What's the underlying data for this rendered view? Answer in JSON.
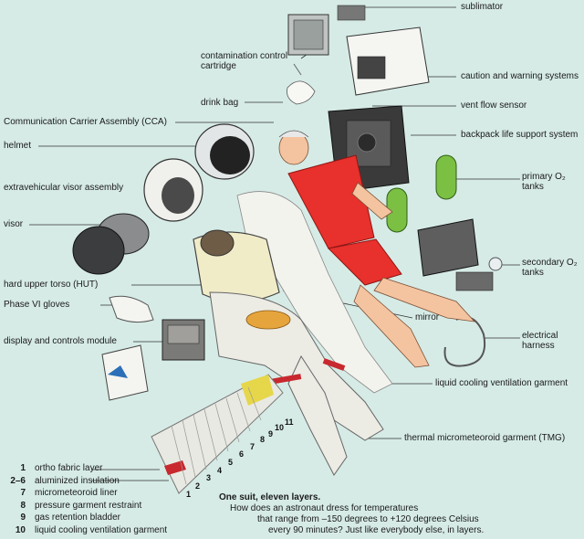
{
  "labels": {
    "sublimator": "sublimator",
    "contamination": "contamination control cartridge",
    "caution": "caution and warning systems",
    "drink_bag": "drink bag",
    "vent_flow": "vent flow sensor",
    "cca": "Communication Carrier Assembly (CCA)",
    "backpack": "backpack life support system",
    "helmet": "helmet",
    "primary_o2": "primary O₂ tanks",
    "ev_visor": "extravehicular visor assembly",
    "visor": "visor",
    "secondary_o2": "secondary O₂ tanks",
    "hut": "hard upper torso (HUT)",
    "gloves": "Phase VI gloves",
    "mirror": "mirror",
    "dcm": "display and controls module",
    "harness": "electrical harness",
    "lcvg": "liquid cooling ventilation garment",
    "tmg": "thermal micrometeoroid garment (TMG)"
  },
  "layer_numbers": [
    "1",
    "2",
    "3",
    "4",
    "5",
    "6",
    "7",
    "8",
    "9",
    "10",
    "11"
  ],
  "legend": [
    {
      "num": "1",
      "text": "ortho fabric layer"
    },
    {
      "num": "2–6",
      "text": "aluminized insulation"
    },
    {
      "num": "7",
      "text": "micrometeoroid liner"
    },
    {
      "num": "8",
      "text": "pressure garment restraint"
    },
    {
      "num": "9",
      "text": "gas retention bladder"
    },
    {
      "num": "10",
      "text": "liquid cooling ventilation garment"
    }
  ],
  "caption": {
    "title": "One suit, eleven layers.",
    "line1": "How does an astronaut dress for temperatures",
    "line2": "that range from –150 degrees to +120 degrees Celsius",
    "line3": "every 90 minutes? Just like everybody else, in layers."
  },
  "colors": {
    "background": "#d6ebe6",
    "shirt": "#e8302c",
    "tank": "#7bc043",
    "skin": "#f4c3a0",
    "suit": "#ecebe4",
    "hut": "#f1ecc8",
    "stripe": "#c8282e"
  }
}
